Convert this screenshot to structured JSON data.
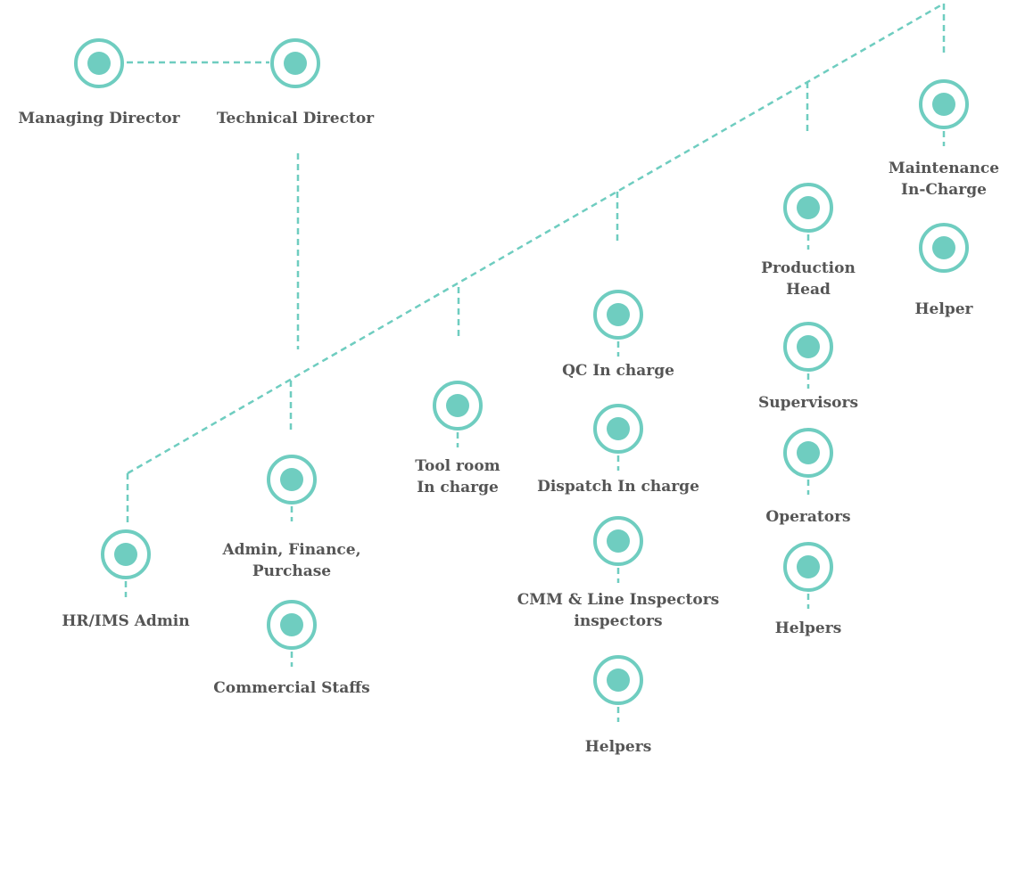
{
  "colors": {
    "accent": "#6fcdc0",
    "text": "#555555",
    "background": "#ffffff"
  },
  "nodes": [
    {
      "id": "managing-director",
      "lines": [
        "Managing Director"
      ]
    },
    {
      "id": "technical-director",
      "lines": [
        "Technical Director"
      ]
    },
    {
      "id": "hr-ims-admin",
      "lines": [
        "HR/IMS Admin"
      ]
    },
    {
      "id": "admin-finance-purchase",
      "lines": [
        "Admin, Finance,",
        "Purchase"
      ]
    },
    {
      "id": "commercial-staffs",
      "lines": [
        "Commercial Staffs"
      ]
    },
    {
      "id": "tool-room-in-charge",
      "lines": [
        "Tool room",
        "In charge"
      ]
    },
    {
      "id": "qc-in-charge",
      "lines": [
        "QC In charge"
      ]
    },
    {
      "id": "dispatch-in-charge",
      "lines": [
        "Dispatch In charge"
      ]
    },
    {
      "id": "cmm-line-inspectors",
      "lines": [
        "CMM & Line Inspectors",
        "inspectors"
      ]
    },
    {
      "id": "qc-helpers",
      "lines": [
        "Helpers"
      ]
    },
    {
      "id": "production-head",
      "lines": [
        "Production",
        "Head"
      ]
    },
    {
      "id": "supervisors",
      "lines": [
        "Supervisors"
      ]
    },
    {
      "id": "operators",
      "lines": [
        "Operators"
      ]
    },
    {
      "id": "production-helpers",
      "lines": [
        "Helpers"
      ]
    },
    {
      "id": "maintenance-in-charge",
      "lines": [
        "Maintenance",
        "In-Charge"
      ]
    },
    {
      "id": "maintenance-helper",
      "lines": [
        "Helper"
      ]
    }
  ]
}
